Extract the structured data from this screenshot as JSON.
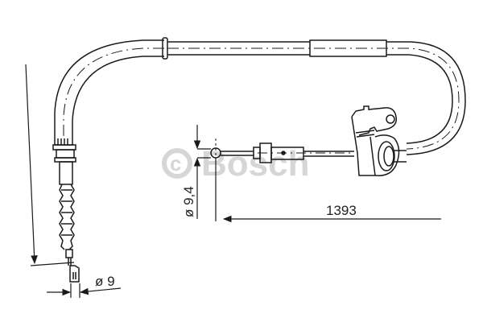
{
  "diagram": {
    "subject": "brake cable drawing",
    "watermark": {
      "text": "© Bosch",
      "color": "#d6d6d6"
    },
    "dimensions": {
      "length": "1393",
      "end_fitting_diameter": "ø 9",
      "nipple_diameter": "ø 9,4"
    },
    "line_color": "#1a1a1a"
  }
}
